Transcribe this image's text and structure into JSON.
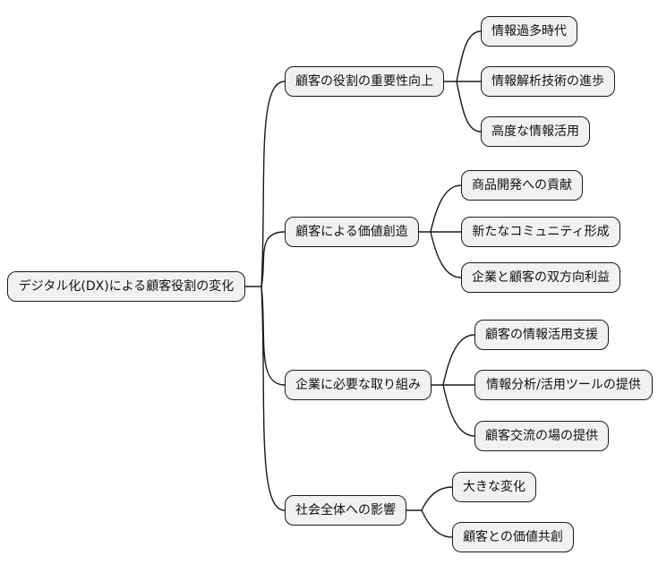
{
  "diagram": {
    "type": "mindmap",
    "title": "デジタル化(DX)による顧客役割の変化",
    "colors": {
      "background": "#ffffff",
      "node_fill": "#f1f1f1",
      "node_border": "#1a1a1a",
      "line": "#1a1a1a",
      "text": "#111111"
    },
    "root": {
      "label": "デジタル化(DX)による顧客役割の変化"
    },
    "branches": [
      {
        "label": "顧客の役割の重要性向上",
        "children": [
          {
            "label": "情報過多時代"
          },
          {
            "label": "情報解析技術の進歩"
          },
          {
            "label": "高度な情報活用"
          }
        ]
      },
      {
        "label": "顧客による価値創造",
        "children": [
          {
            "label": "商品開発への貢献"
          },
          {
            "label": "新たなコミュニティ形成"
          },
          {
            "label": "企業と顧客の双方向利益"
          }
        ]
      },
      {
        "label": "企業に必要な取り組み",
        "children": [
          {
            "label": "顧客の情報活用支援"
          },
          {
            "label": "情報分析/活用ツールの提供"
          },
          {
            "label": "顧客交流の場の提供"
          }
        ]
      },
      {
        "label": "社会全体への影響",
        "children": [
          {
            "label": "大きな変化"
          },
          {
            "label": "顧客との価値共創"
          }
        ]
      }
    ]
  }
}
